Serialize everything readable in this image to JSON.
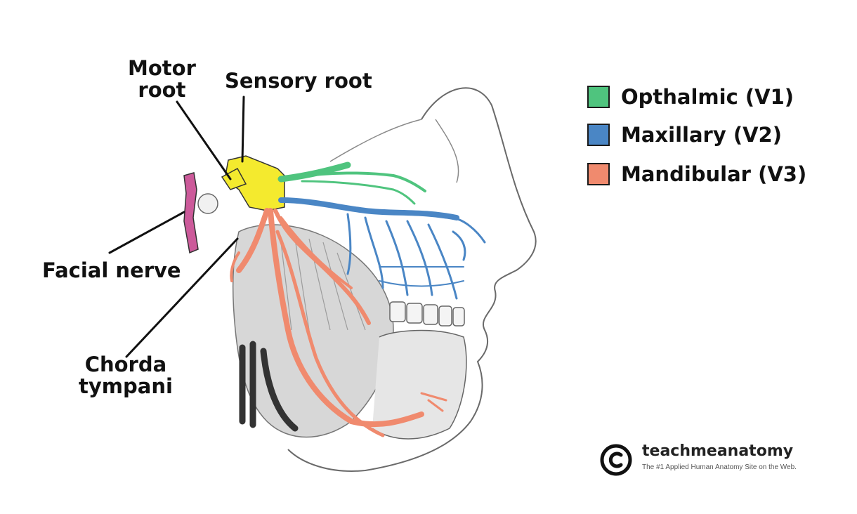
{
  "labels": {
    "motor_root_line1": "Motor",
    "motor_root_line2": "root",
    "sensory_root": "Sensory root",
    "facial_nerve": "Facial nerve",
    "chorda_line1": "Chorda",
    "chorda_line2": "tympani"
  },
  "legend": [
    {
      "label": "Opthalmic (V1)",
      "color": "#4fc47e"
    },
    {
      "label": "Maxillary (V2)",
      "color": "#4a86c5"
    },
    {
      "label": "Mandibular (V3)",
      "color": "#f08a6e"
    }
  ],
  "colors": {
    "root": "#f4ea2e",
    "facial_nerve": "#cc5a9a",
    "sketch": "#555555"
  },
  "brand": {
    "name": "teachmeanatomy",
    "tagline": "The #1 Applied Human Anatomy Site on the Web.",
    "logo_glyph": "©"
  }
}
